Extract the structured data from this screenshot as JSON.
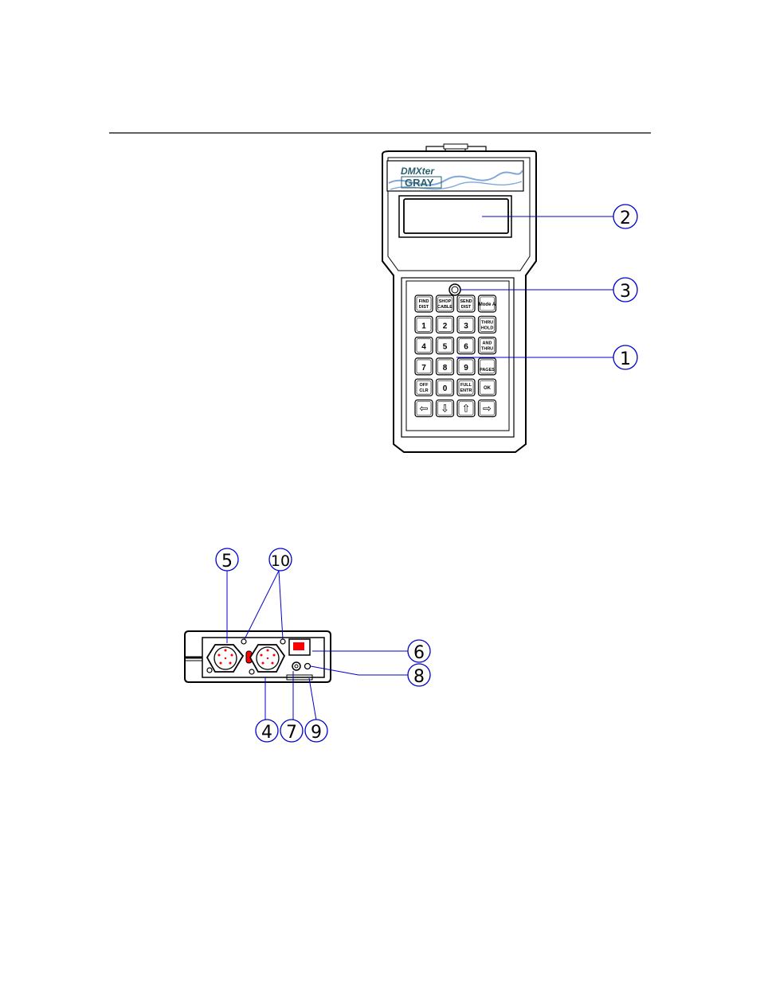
{
  "device": {
    "logo_line1": "DMXter",
    "logo_line2": "GRAY"
  },
  "keypad": {
    "rows": [
      [
        {
          "line1": "FIND",
          "line2": "DIST"
        },
        {
          "line1": "SHOP",
          "line2": "CABLE"
        },
        {
          "line1": "SEND",
          "line2": "DIST"
        },
        {
          "line1": "Mode A",
          "line2": ""
        }
      ],
      [
        {
          "line1": "1",
          "line2": ""
        },
        {
          "line1": "2",
          "line2": ""
        },
        {
          "line1": "3",
          "line2": ""
        },
        {
          "line1": "THRU",
          "line2": "HOLD"
        }
      ],
      [
        {
          "line1": "4",
          "line2": ""
        },
        {
          "line1": "5",
          "line2": ""
        },
        {
          "line1": "6",
          "line2": ""
        },
        {
          "line1": "AND",
          "line2": "THRU"
        }
      ],
      [
        {
          "line1": "7",
          "line2": ""
        },
        {
          "line1": "8",
          "line2": ""
        },
        {
          "line1": "9",
          "line2": ""
        },
        {
          "line1": "",
          "line2": "PAGES"
        }
      ],
      [
        {
          "line1": "OFF",
          "line2": "CLR"
        },
        {
          "line1": "0",
          "line2": ""
        },
        {
          "line1": "FULL",
          "line2": "ENTR"
        },
        {
          "line1": "OK",
          "line2": ""
        }
      ],
      [
        {
          "line1": "",
          "line2": ""
        },
        {
          "line1": "",
          "line2": ""
        },
        {
          "line1": "",
          "line2": ""
        },
        {
          "line1": "",
          "line2": ""
        }
      ]
    ]
  },
  "callouts": {
    "c1": "1",
    "c2": "2",
    "c3": "3",
    "c4": "4",
    "c5": "5",
    "c6": "6",
    "c7": "7",
    "c8": "8",
    "c9": "9",
    "c10": "10"
  },
  "colors": {
    "line": "#000000",
    "leader": "#0000cc",
    "callout_ring": "#0000cc",
    "jack": "#ff0000",
    "logo_swirl": "#7fa7d9",
    "logo_text": "#2b5f6e"
  }
}
